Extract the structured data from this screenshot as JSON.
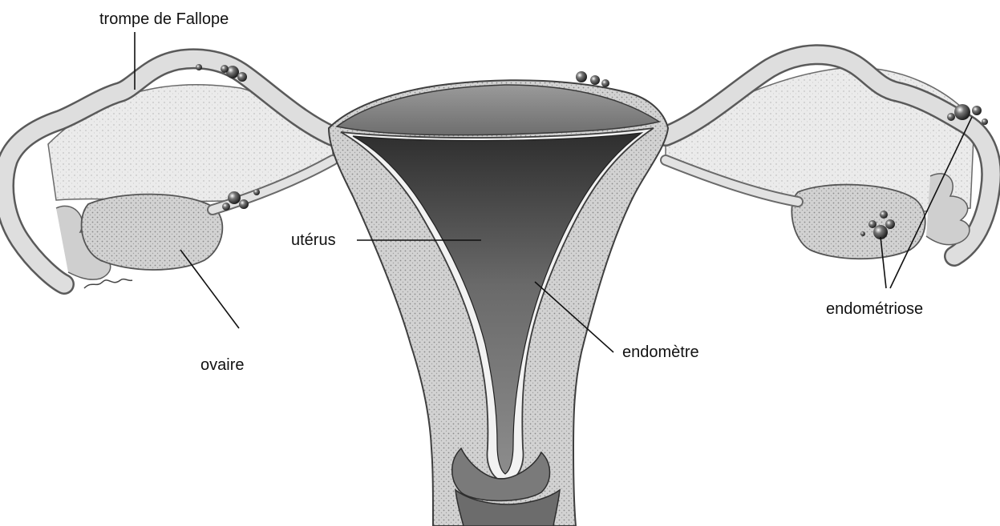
{
  "labels": {
    "fallopian_tube": "trompe de Fallope",
    "uterus": "utérus",
    "ovary": "ovaire",
    "endometrium": "endomètre",
    "endometriosis": "endométriose"
  }
}
